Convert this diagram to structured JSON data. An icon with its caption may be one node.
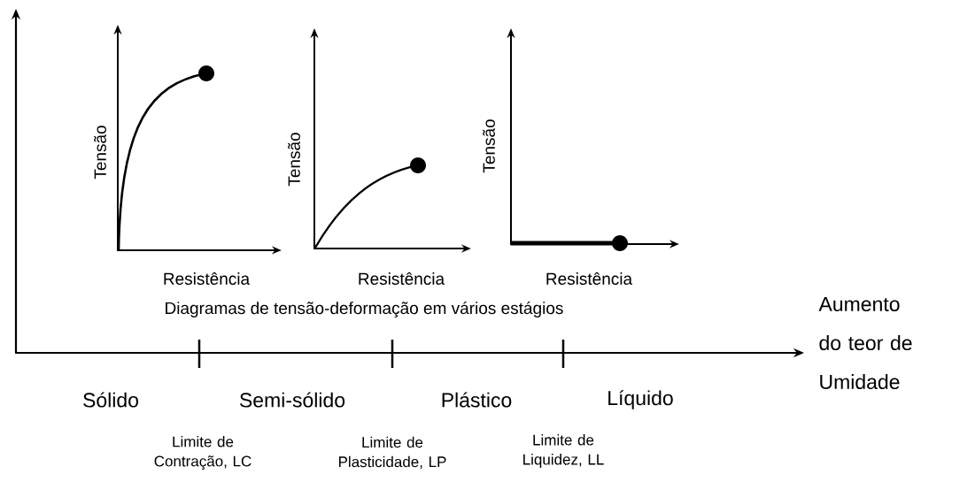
{
  "diagram": {
    "labels": [
      "Tensão",
      "Tensão",
      "Tensão",
      "Resistência",
      "Resistência",
      "Resistência",
      "Diagramas de tensão-deformação em vários estágios",
      "Aumento do teor de Umidade",
      "Sólido",
      "Semi-sólido",
      "Plástico",
      "Líquido",
      "Limite de Contração, LC",
      "Limite de Plasticidade, LP",
      "Limite de Liquidez, LL"
    ]
  }
}
